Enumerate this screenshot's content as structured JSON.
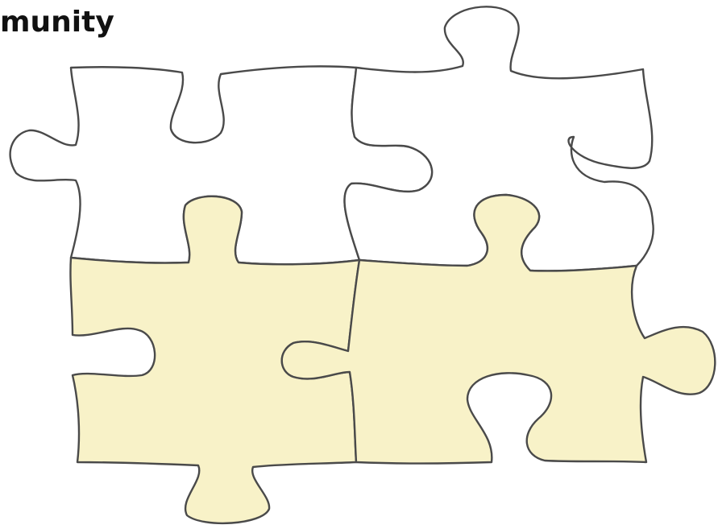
{
  "heading": {
    "text": "munity"
  },
  "puzzle": {
    "pieces": [
      {
        "id": "top-left",
        "fill": "#ffffff"
      },
      {
        "id": "top-right",
        "fill": "#ffffff"
      },
      {
        "id": "bottom-left",
        "fill": "#f8f2c8"
      },
      {
        "id": "bottom-right",
        "fill": "#f8f2c8"
      }
    ],
    "outline_color": "#4a4a4a"
  }
}
